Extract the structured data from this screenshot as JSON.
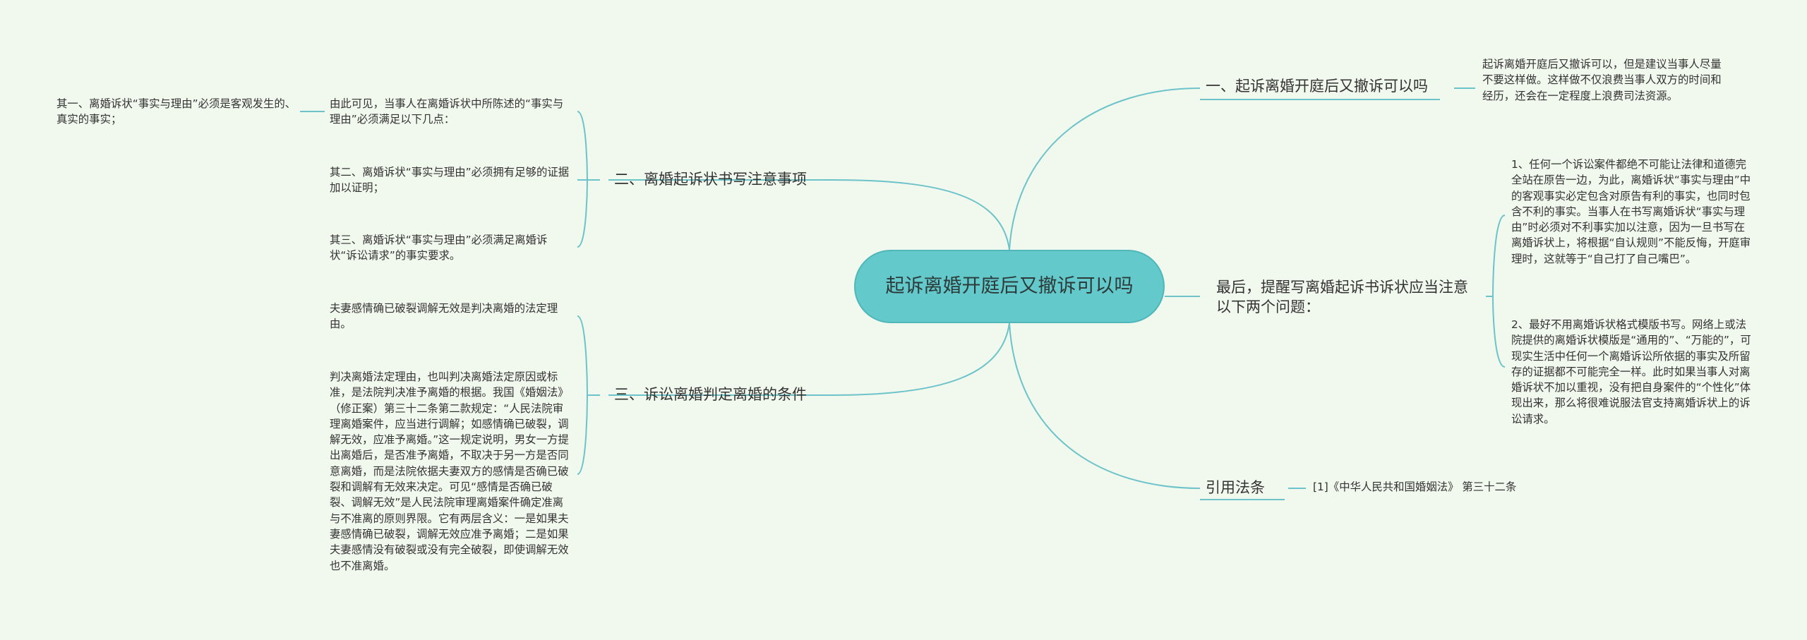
{
  "root": {
    "title": "起诉离婚开庭后又撤诉可以吗"
  },
  "colors": {
    "line": "#6cc3c9",
    "root_fill": "#63c9cb",
    "background": "#f1f8ed"
  },
  "branches": {
    "right1": {
      "label": "一、起诉离婚开庭后又撤诉可以吗",
      "leaf": "起诉离婚开庭后又撤诉可以，但是建议当事人尽量不要这样做。这样做不仅浪费当事人双方的时间和经历，还会在一定程度上浪费司法资源。"
    },
    "right2": {
      "label": "最后，提醒写离婚起诉书诉状应当注意以下两个问题：",
      "leaf1": "1、任何一个诉讼案件都绝不可能让法律和道德完全站在原告一边，为此，离婚诉状“事实与理由”中的客观事实必定包含对原告有利的事实，也同时包含不利的事实。当事人在书写离婚诉状“事实与理由”时必须对不利事实加以注意，因为一旦书写在离婚诉状上，将根据“自认规则”不能反悔，开庭审理时，这就等于“自己打了自己嘴巴”。",
      "leaf2": "2、最好不用离婚诉状格式模版书写。网络上或法院提供的离婚诉状模版是“通用的”、“万能的”，可现实生活中任何一个离婚诉讼所依据的事实及所留存的证据都不可能完全一样。此时如果当事人对离婚诉状不加以重视，没有把自身案件的“个性化”体现出来，那么将很难说服法官支持离婚诉状上的诉讼请求。"
    },
    "right3": {
      "label": "引用法条",
      "leaf": "[1]《中华人民共和国婚姻法》 第三十二条"
    },
    "left1": {
      "label": "二、离婚起诉状书写注意事项",
      "leaf1": "由此可见，当事人在离婚诉状中所陈述的“事实与理由”必须满足以下几点：",
      "leaf1_child": "其一、离婚诉状“事实与理由”必须是客观发生的、真实的事实；",
      "leaf2": "其二、离婚诉状“事实与理由”必须拥有足够的证据加以证明；",
      "leaf3": "其三、离婚诉状“事实与理由”必须满足离婚诉状“诉讼请求”的事实要求。"
    },
    "left2": {
      "label": "三、诉讼离婚判定离婚的条件",
      "leaf1": "夫妻感情确已破裂调解无效是判决离婚的法定理由。",
      "leaf2": "判决离婚法定理由，也叫判决离婚法定原因或标准，是法院判决准予离婚的根据。我国《婚姻法》（修正案）第三十二条第二款规定：“人民法院审理离婚案件，应当进行调解；如感情确已破裂，调解无效，应准予离婚。”这一规定说明，男女一方提出离婚后，是否准予离婚，不取决于另一方是否同意离婚，而是法院依据夫妻双方的感情是否确已破裂和调解有无效来决定。可见“感情是否确已破裂、调解无效”是人民法院审理离婚案件确定准离与不准离的原则界限。它有两层含义：一是如果夫妻感情确已破裂，调解无效应准予离婚；二是如果夫妻感情没有破裂或没有完全破裂，即使调解无效也不准离婚。"
    }
  }
}
